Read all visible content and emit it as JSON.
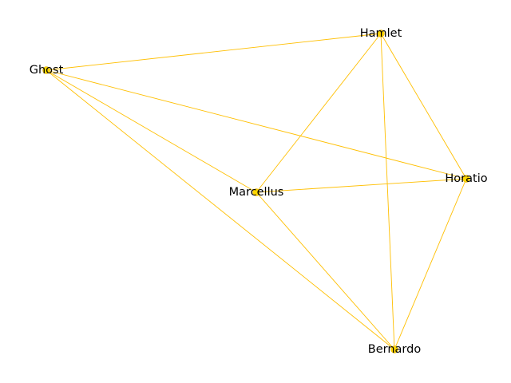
{
  "graph": {
    "colors": {
      "edge": "#ffbf00",
      "node_fill": "#ffd700",
      "node_stroke": "#e6ac00",
      "label": "#000000"
    },
    "nodes": [
      {
        "id": "hamlet",
        "label": "Hamlet"
      },
      {
        "id": "ghost",
        "label": "Ghost"
      },
      {
        "id": "marcellus",
        "label": "Marcellus"
      },
      {
        "id": "horatio",
        "label": "Horatio"
      },
      {
        "id": "bernardo",
        "label": "Bernardo"
      }
    ],
    "edges": [
      [
        "ghost",
        "hamlet"
      ],
      [
        "ghost",
        "marcellus"
      ],
      [
        "ghost",
        "horatio"
      ],
      [
        "ghost",
        "bernardo"
      ],
      [
        "hamlet",
        "marcellus"
      ],
      [
        "hamlet",
        "horatio"
      ],
      [
        "hamlet",
        "bernardo"
      ],
      [
        "marcellus",
        "horatio"
      ],
      [
        "marcellus",
        "bernardo"
      ],
      [
        "horatio",
        "bernardo"
      ]
    ]
  }
}
